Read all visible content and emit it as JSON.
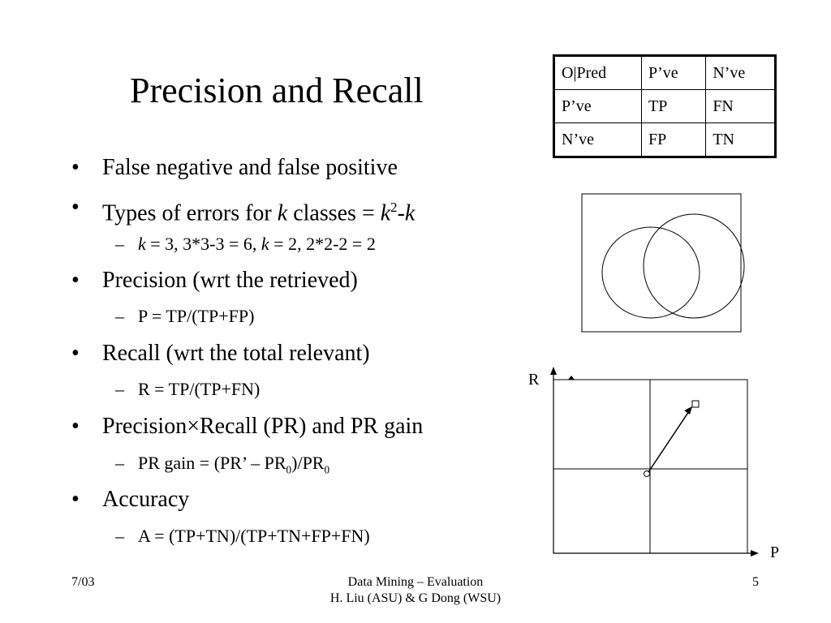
{
  "slide": {
    "title": "Precision and Recall",
    "bullets": [
      {
        "text": "False negative and false positive"
      },
      {
        "pre": "Types of errors for ",
        "k1": "k",
        "mid": " classes = ",
        "k2": "k",
        "sup": "2",
        "dash": "-",
        "k3": "k"
      },
      {
        "sub": {
          "k_a": "k",
          "text_a": " = 3, 3*3-3 = 6, ",
          "k_b": "k",
          "text_b": " = 2, 2*2-2 = 2"
        }
      },
      {
        "text": "Precision (wrt the retrieved)"
      },
      {
        "sub_text": "P = TP/(TP+FP)"
      },
      {
        "text": "Recall (wrt the total relevant)"
      },
      {
        "sub_text": "R = TP/(TP+FN)"
      },
      {
        "text": "Precision×Recall (PR) and PR gain"
      },
      {
        "gain": {
          "pre": "PR gain = (PR’ – PR",
          "sub1": "0",
          "mid": ")/PR",
          "sub2": "0"
        }
      },
      {
        "text": "Accuracy"
      },
      {
        "sub_text": "A = (TP+TN)/(TP+TN+FP+FN)"
      }
    ]
  },
  "confusion_matrix": {
    "rows": [
      [
        "O|Pred",
        "P’ve",
        "N’ve"
      ],
      [
        "P’ve",
        "TP",
        "FN"
      ],
      [
        "N’ve",
        "FP",
        "TN"
      ]
    ]
  },
  "pr_plot": {
    "y_label": "R",
    "x_label": "P"
  },
  "footer": {
    "date": "7/03",
    "line1": "Data Mining – Evaluation",
    "line2": "H. Liu (ASU) & G Dong (WSU)",
    "page": "5"
  }
}
